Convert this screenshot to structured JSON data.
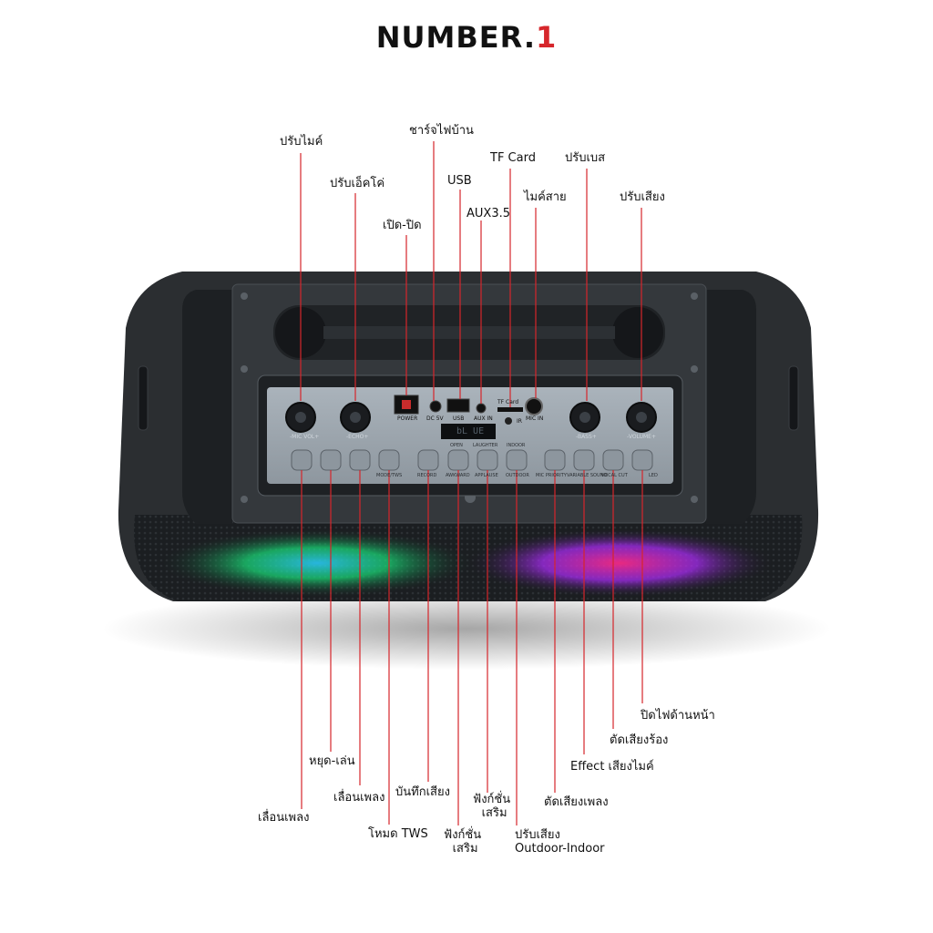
{
  "brand": {
    "name": "NUMBER.",
    "accent": "1",
    "accent_color": "#d6262b"
  },
  "top_callouts": {
    "mic_volume": "ปรับไมค์",
    "echo": "ปรับเอ็คโค่",
    "power": "เปิด-ปิด",
    "dc_charge": "ชาร์จไฟบ้าน",
    "usb": "USB",
    "aux": "AUX3.5",
    "tf_card": "TF Card",
    "mic_in": "ไมค์สาย",
    "bass": "ปรับเบส",
    "volume": "ปรับเสียง"
  },
  "bottom_callouts": {
    "prev": "เลื่อนเพลง",
    "play_pause": "หยุด-เล่น",
    "next": "เลื่อนเพลง",
    "mode_tws": "โหมด TWS",
    "record": "บันทึกเสียง",
    "effect_a_line1": "ฟังก์ชั่น",
    "effect_a_line2": "เสริม",
    "effect_b_line1": "ฟังก์ชั่น",
    "effect_b_line2": "เสริม",
    "outdoor_line1": "ปรับเสียง",
    "outdoor_line2": "Outdoor-Indoor",
    "mic_priority": "ตัดเสียงเพลง",
    "variable_sound": "Effect เสียงไมค์",
    "vocal_cut": "ตัดเสียงร้อง",
    "led": "ปิดไฟด้านหน้า"
  },
  "panel_labels": {
    "power": "POWER",
    "dc": "DC 5V",
    "usb": "USB",
    "aux": "AUX IN",
    "tf": "TF Card",
    "ir": "IR",
    "mic_in": "MIC IN",
    "mic_vol": "-MIC VOL+",
    "echo": "-ECHO+",
    "bass": "-BASS+",
    "volume": "-VOLUME+",
    "display": "bL UE",
    "open": "OPEN",
    "laughter": "LAUGHTER",
    "indoor": "INDOOR",
    "mode_tws": "MODE/TWS",
    "record": "RECORD",
    "awkward": "AWKWARD",
    "applause": "APPLAUSE",
    "outdoor": "OUTDOOR",
    "mic_priority": "MIC PRIORITY",
    "variable_sound": "VARIABLE SOUND",
    "vocal_cut": "VOCAL CUT",
    "led": "LED"
  },
  "colors": {
    "leader_line": "#d6262b",
    "body": "#2a2d30",
    "panel": "#a9b2ba"
  }
}
